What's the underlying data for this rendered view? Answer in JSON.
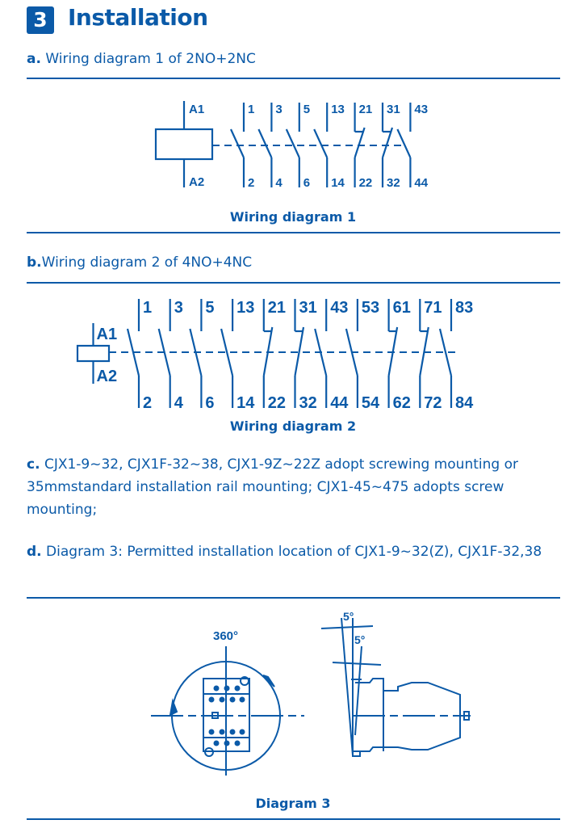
{
  "section": {
    "number": "3",
    "title": "Installation"
  },
  "a": {
    "prefix": "a.",
    "text": " Wiring diagram 1 of 2NO+2NC"
  },
  "diagram1": {
    "caption": "Wiring diagram 1",
    "coil_top": "A1",
    "coil_bottom": "A2",
    "contacts": [
      {
        "top": "1",
        "bottom": "2",
        "type": "NO"
      },
      {
        "top": "3",
        "bottom": "4",
        "type": "NO"
      },
      {
        "top": "5",
        "bottom": "6",
        "type": "NO"
      },
      {
        "top": "13",
        "bottom": "14",
        "type": "NO"
      },
      {
        "top": "21",
        "bottom": "22",
        "type": "NC"
      },
      {
        "top": "31",
        "bottom": "32",
        "type": "NC"
      },
      {
        "top": "43",
        "bottom": "44",
        "type": "NO"
      }
    ]
  },
  "b": {
    "prefix": "b.",
    "text": "Wiring diagram 2 of 4NO+4NC"
  },
  "diagram2": {
    "caption": "Wiring diagram 2",
    "coil_top": "A1",
    "coil_bottom": "A2",
    "contacts": [
      {
        "top": "1",
        "bottom": "2",
        "type": "NO"
      },
      {
        "top": "3",
        "bottom": "4",
        "type": "NO"
      },
      {
        "top": "5",
        "bottom": "6",
        "type": "NO"
      },
      {
        "top": "13",
        "bottom": "14",
        "type": "NO"
      },
      {
        "top": "21",
        "bottom": "22",
        "type": "NC"
      },
      {
        "top": "31",
        "bottom": "32",
        "type": "NC"
      },
      {
        "top": "43",
        "bottom": "44",
        "type": "NO"
      },
      {
        "top": "53",
        "bottom": "54",
        "type": "NO"
      },
      {
        "top": "61",
        "bottom": "62",
        "type": "NC"
      },
      {
        "top": "71",
        "bottom": "72",
        "type": "NC"
      },
      {
        "top": "83",
        "bottom": "84",
        "type": "NO"
      }
    ]
  },
  "c": {
    "prefix": "c.",
    "text": " CJX1-9~32, CJX1F-32~38, CJX1-9Z~22Z adopt screwing mounting or 35mmstandard installation rail mounting; CJX1-45~475 adopts screw mounting;"
  },
  "d": {
    "prefix": "d.",
    "text": " Diagram 3: Permitted installation location of CJX1-9~32(Z), CJX1F-32,38"
  },
  "diagram3": {
    "caption": "Diagram 3",
    "rotation_label": "360°",
    "tilt_label_1": "5°",
    "tilt_label_2": "5°"
  },
  "colors": {
    "brand": "#0b5aa8"
  }
}
